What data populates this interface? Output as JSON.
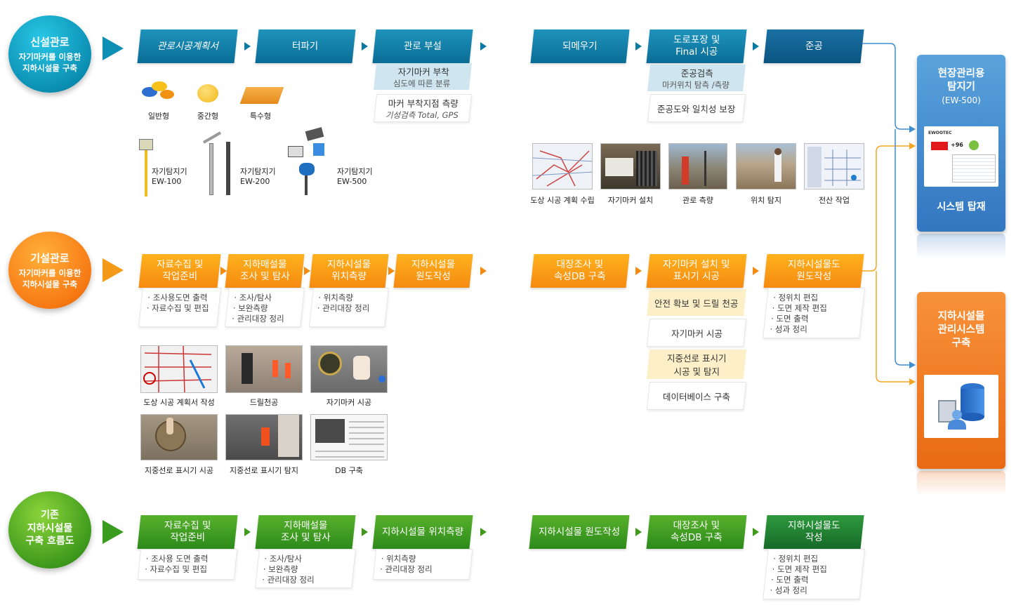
{
  "rows": {
    "new": {
      "title": "신설관로",
      "subtitle": "자기마커를 이용한\n지하시설물 구축",
      "steps": [
        "관로시공계획서",
        "터파기",
        "관로 부설",
        "되메우기",
        "도로포장 및\nFinal 시공",
        "준공"
      ],
      "pipe_sub": {
        "line1": "자기마커 부착",
        "line2": "심도에 따른 분류",
        "line3": "마커 부착지점 측량",
        "line4": "기성검측 Total, GPS"
      },
      "final_sub": {
        "line1": "준공검측",
        "line2": "마커위치 탐측 /측량",
        "line3": "준공도와 일치성 보장"
      },
      "marker_types": [
        "일반형",
        "중간형",
        "특수형"
      ],
      "detectors": [
        {
          "name": "자기탐지기",
          "model": "EW-100"
        },
        {
          "name": "자기탐지기",
          "model": "EW-200"
        },
        {
          "name": "자기탐지기",
          "model": "EW-500"
        }
      ],
      "photos": [
        "도상 시공 계획 수립",
        "자기마커 설치",
        "관로 측량",
        "위치 탐지",
        "전산 작업"
      ]
    },
    "exist": {
      "title": "기설관로",
      "subtitle": "자기마커를 이용한\n지하시설물 구축",
      "steps": [
        "자료수집 및\n작업준비",
        "지하매설물\n조사 및 탐사",
        "지하시설물\n위치측량",
        "지하시설물\n원도작성",
        "대장조사 및\n속성DB 구축",
        "자기마커 설치 및\n표시기 시공",
        "지하시설물도\n원도작성"
      ],
      "lists": [
        [
          "· 조사용도면 출력",
          "· 자료수집 및 편집"
        ],
        [
          "· 조사/탐사",
          "· 보완측량",
          "· 관리대장 정리"
        ],
        [
          "· 위치측량",
          "· 관리대장 정리"
        ],
        [
          "· 정위치 편집",
          "· 도면 제작 편집",
          "· 도면 출력",
          "· 성과 정리"
        ]
      ],
      "marker_sub": [
        "안전 확보 및 드릴 천공",
        "자기마커 시공",
        "지중선로 표시기\n시공 및 탐지",
        "데이터베이스 구축"
      ],
      "photos": [
        "도상 시공 계획서 작성",
        "드릴천공",
        "자기마커 시공",
        "지중선로 표시기 시공",
        "지중선로 표시기 탐지",
        "DB 구축"
      ]
    },
    "old": {
      "title": "기존\n지하시설물\n구축 흐름도",
      "steps": [
        "자료수집 및\n작업준비",
        "지하매설물\n조사 및 탐사",
        "지하시설물 위치측량",
        "지하시설물 원도작성",
        "대장조사 및\n속성DB 구축",
        "지하시설물도\n작성"
      ],
      "lists": [
        [
          "· 조사용 도면 출력",
          "· 자료수집 및 편집"
        ],
        [
          "· 조사/탐사",
          "· 보완측량",
          "· 관리대장 정리"
        ],
        [
          "· 위치측량",
          "· 관리대장 정리"
        ],
        [
          "· 정위치 편집",
          "· 도면 제작 편집",
          "· 도면 출력",
          "· 성과 정리"
        ]
      ]
    }
  },
  "panels": {
    "detector": {
      "title": "현장관리용\n탐지기",
      "model": "(EW-500)",
      "footer": "시스템 탑재",
      "screen_brand": "EWOOTEC",
      "screen_value": "+96"
    },
    "system": {
      "title": "지하시설물\n관리시스템\n구축"
    }
  },
  "colors": {
    "blue": "#0a7aa3",
    "orange": "#f58a10",
    "green": "#3f9a1c",
    "panel_blue": "#3f8fd0",
    "panel_orange": "#f07a22"
  }
}
